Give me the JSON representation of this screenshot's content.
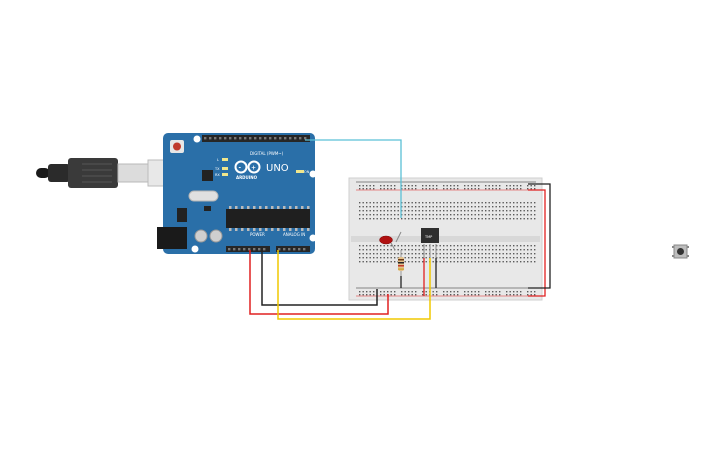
{
  "board": {
    "logo_text": "ARDUINO",
    "model": "UNO",
    "digital_label": "DIGITAL (PWM~)",
    "power_label": "POWER",
    "analog_label": "ANALOG IN",
    "led_labels": [
      "L",
      "TX",
      "RX"
    ],
    "on_label": "ON",
    "color": "#2a6fa8"
  },
  "sensor": {
    "label": "TMP"
  },
  "wire_colors": {
    "signal": "#5bc0d6",
    "power": "#e02020",
    "ground": "#222222",
    "analog": "#f0c800"
  }
}
